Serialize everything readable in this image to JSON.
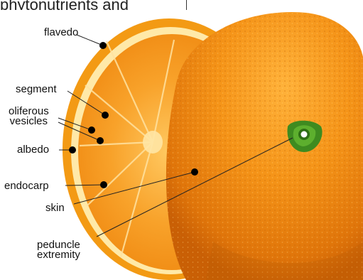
{
  "top_text": "phytonutrients and",
  "labels": {
    "flavedo": "flavedo",
    "segment": "segment",
    "oliferous_vesicles": [
      "oliferous",
      "vesicles"
    ],
    "albedo": "albedo",
    "endocarp": "endocarp",
    "skin": "skin",
    "peduncle_extremity": [
      "peduncle",
      "extremity"
    ]
  },
  "colors": {
    "rind": "#F39A14",
    "albedo": "#FFE9A8",
    "pulp": "#F7961E",
    "whole_orange": "#F28E10",
    "stem": "#3E8B20",
    "label_text": "#111111",
    "leader_line": "#222222",
    "marker_dot": "#000000"
  }
}
